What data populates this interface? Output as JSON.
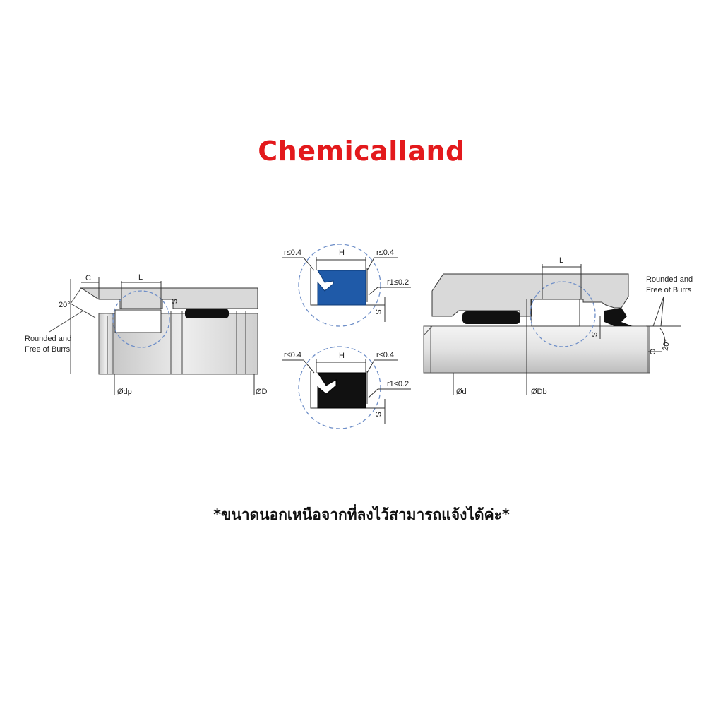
{
  "brand": {
    "title": "Chemicalland",
    "color": "#e3191c"
  },
  "colors": {
    "housing": "#d9d9d9",
    "line": "#333333",
    "seal_blue": "#1f5aa8",
    "seal_black": "#111111",
    "detail_circle": "#6f8fc8"
  },
  "piston_diagram": {
    "label_c": "C",
    "label_angle": "20°",
    "label_l": "L",
    "label_s": "S",
    "label_rounded": [
      "Rounded and",
      "Free of Burrs"
    ],
    "label_dp": "Ødp",
    "label_D": "ØD"
  },
  "detail_blue": {
    "label_r_left": "r≤0.4",
    "label_h": "H",
    "label_r_right": "r≤0.4",
    "label_r1": "r1≤0.2",
    "label_s": "S"
  },
  "detail_black": {
    "label_r_left": "r≤0.4",
    "label_h": "H",
    "label_r_right": "r≤0.4",
    "label_r1": "r1≤0.2",
    "label_s": "S"
  },
  "rod_diagram": {
    "label_l": "L",
    "label_rounded": [
      "Rounded and",
      "Free of Burrs"
    ],
    "label_s": "S",
    "label_c": "C",
    "label_angle": "20°",
    "label_d": "Ød",
    "label_db": "ØDb"
  },
  "note": {
    "text": "*ขนาดนอกเหนือจากที่ลงไว้สามารถแจ้งได้ค่ะ*"
  }
}
